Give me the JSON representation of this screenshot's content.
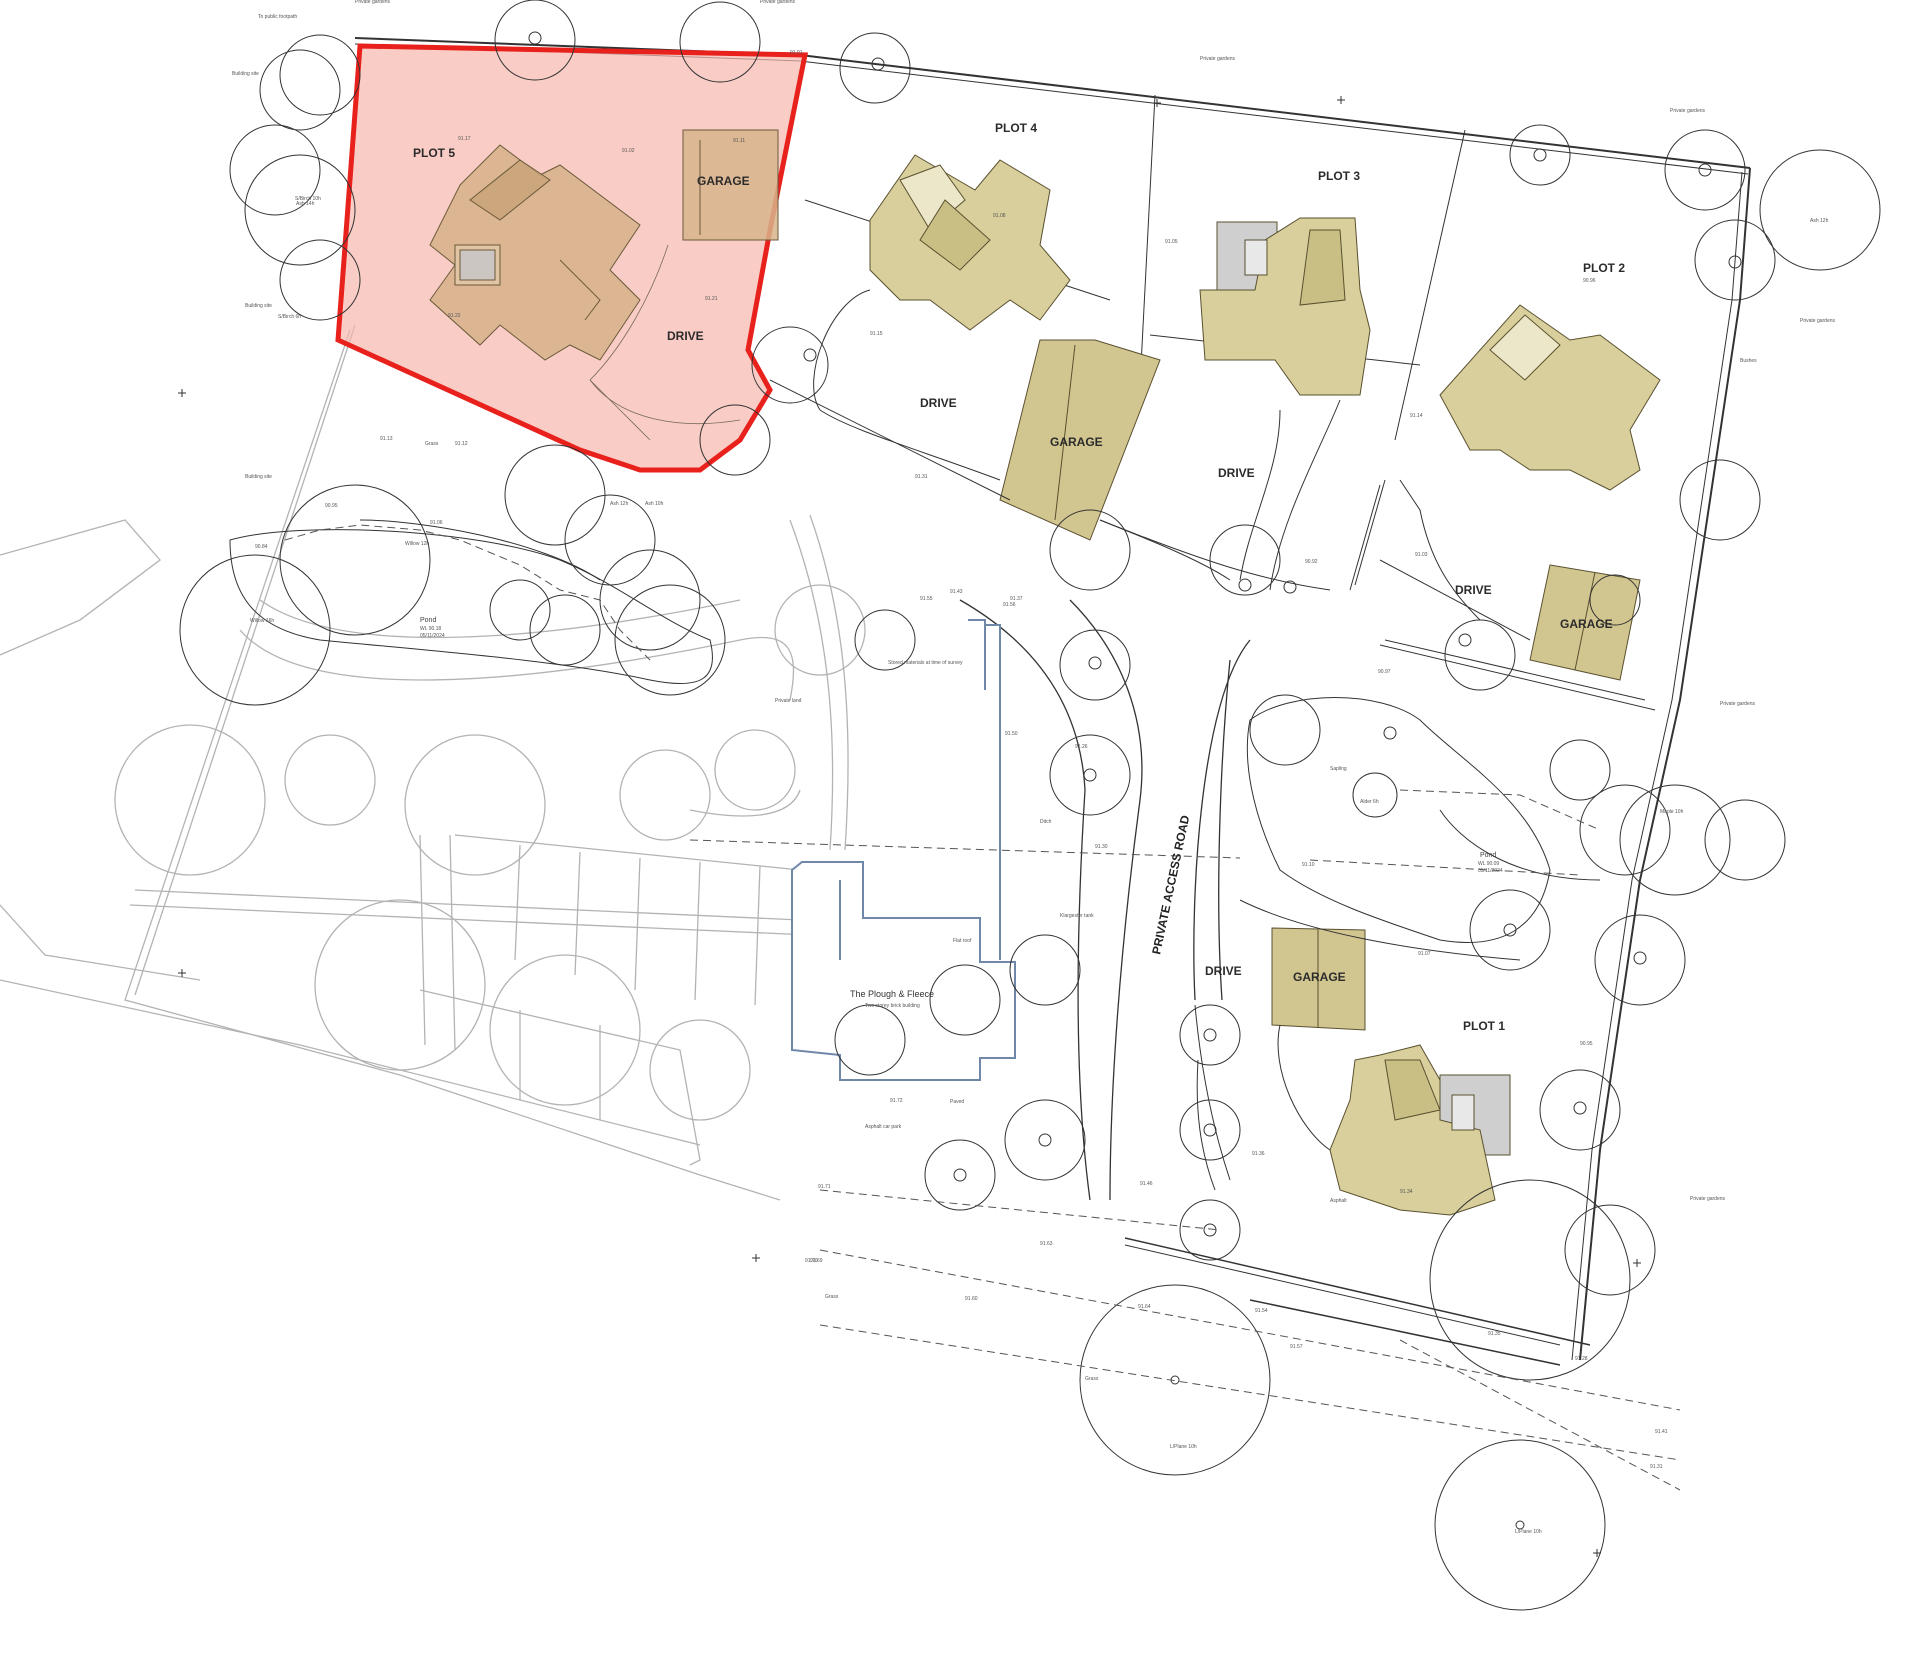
{
  "plots": {
    "plot1": "PLOT 1",
    "plot2": "PLOT 2",
    "plot3": "PLOT 3",
    "plot4": "PLOT 4",
    "plot5": "PLOT 5"
  },
  "areas": {
    "garage": "GARAGE",
    "drive": "DRIVE",
    "private_access_road": "PRIVATE ACCESS ROAD",
    "pond": "Pond",
    "grass": "Grass",
    "paved": "Paved",
    "asphalt_car_park": "Asphalt car park",
    "asphalt": "Asphalt",
    "private_gardens": "Private gardens",
    "building_site": "Building site",
    "private_land": "Private land",
    "to_public_footpath": "To public footpath"
  },
  "building": {
    "name": "The Plough & Fleece",
    "subtitle": "Two storey brick building"
  },
  "notes": {
    "stored_materials": "Stored materials at time of survey",
    "pond_wl_west": "WL 90.18",
    "pond_date_west": "05/11/2024",
    "pond_wl_east": "WL 90.09",
    "pond_date_east": "05/11/2024",
    "kilngarden_tank": "Klargester tank",
    "flat_roof": "Flat roof",
    "ditch": "Ditch",
    "sapling": "Sapling"
  },
  "trees": {
    "ash_12h": "Ash 12h",
    "ash_10h": "Ash 10h",
    "ash_14h": "Ash 14h",
    "willow_16h": "Willow 16h",
    "willow_12h": "Willow 12h",
    "s_birch_10h": "S/Birch 10h",
    "s_birch_6h": "S/Birch 6h",
    "l_plane_10h": "L/Plane 10h",
    "l_plane_10h_b": "L/Plane 10h",
    "maple_10h": "Maple 10h",
    "alder_6h": "Alder 6h",
    "bushes": "Bushes"
  },
  "levels": [
    "91.01",
    "91.02",
    "91.05",
    "91.08",
    "91.11",
    "91.15",
    "91.17",
    "91.21",
    "91.22",
    "91.31",
    "91.12",
    "91.13",
    "90.95",
    "90.92",
    "91.14",
    "91.03",
    "91.07",
    "90.96",
    "90.95",
    "91.36",
    "91.34",
    "91.46",
    "91.57",
    "91.60",
    "91.63",
    "91.64",
    "91.54",
    "91.35",
    "91.28",
    "91.41",
    "91.31",
    "91.69",
    "91.72",
    "91.70",
    "91.71",
    "90.84",
    "91.06",
    "91.37",
    "91.43",
    "91.55",
    "91.56",
    "91.50",
    "91.26",
    "91.30",
    "91.10",
    "90.97",
    "91.04"
  ],
  "colors": {
    "plot5_fill": "#f7b7ad",
    "plot5_outline": "#e8211d",
    "roof_fill": "#d8cf9c",
    "roof_light": "#ece7c8",
    "garage_fill": "#cfc490",
    "line": "#333333",
    "grey_line": "#a8a8a8",
    "blue_building": "#6f87a8"
  }
}
